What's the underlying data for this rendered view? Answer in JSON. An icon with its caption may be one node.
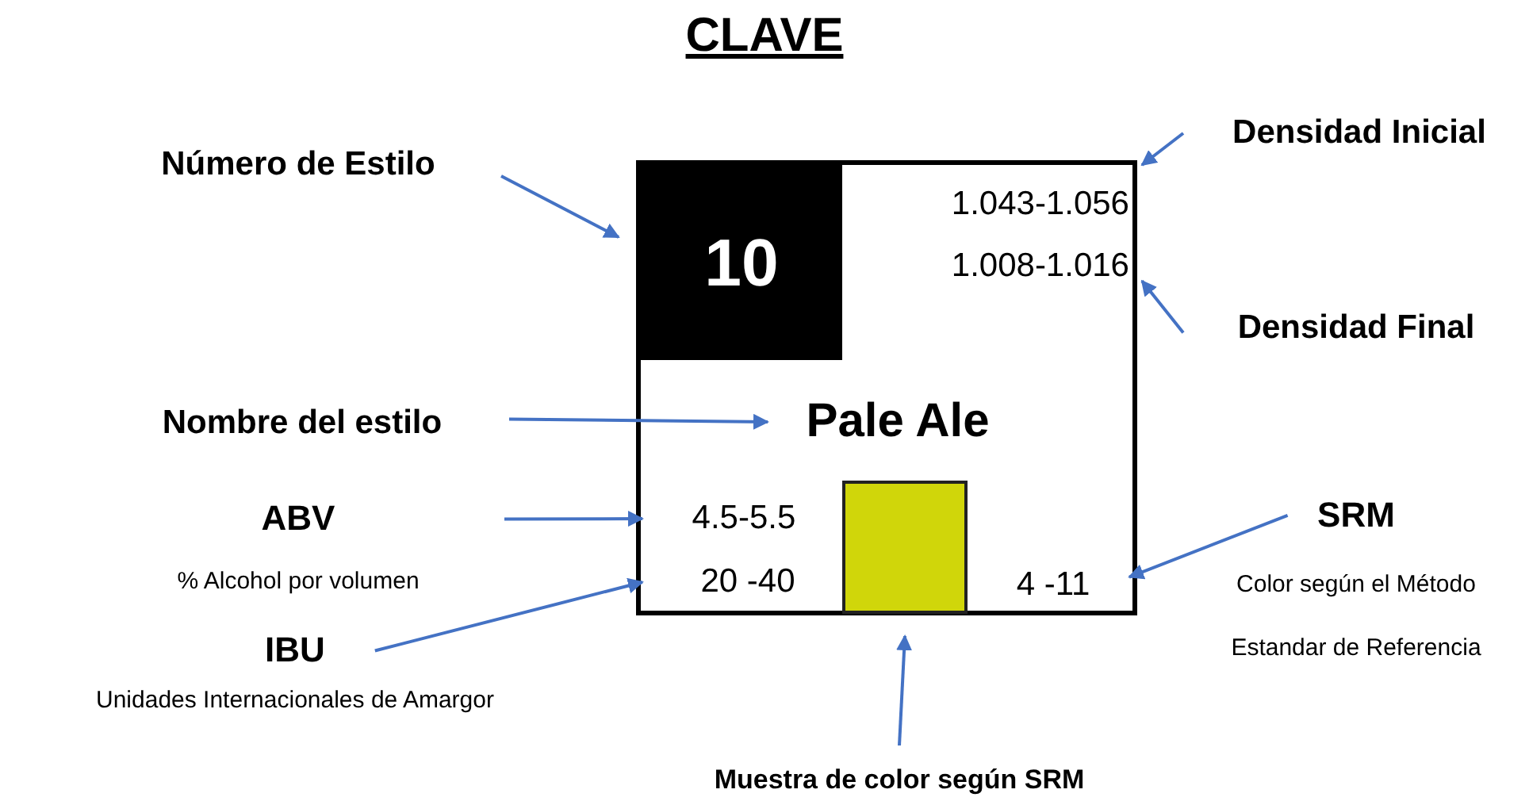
{
  "diagram": {
    "title": "CLAVE",
    "nodes": [
      {
        "text": [],
        "shape": "box"
      },
      {
        "text": [
          "10"
        ],
        "in": 0
      },
      {
        "text": [
          "1.043-1.056"
        ],
        "in": 0
      },
      {
        "text": [
          "1.008-1.016"
        ],
        "in": 0
      },
      {
        "text": [
          "Pale Ale"
        ],
        "in": 0
      },
      {
        "text": [
          "4.5-5.5"
        ],
        "in": 0
      },
      {
        "text": [
          "20 -40"
        ],
        "in": 0
      },
      {
        "text": [],
        "shape": "box",
        "in": 0
      },
      {
        "text": [
          "4 -11"
        ],
        "in": 0
      },
      {
        "text": [
          "Número de Estilo"
        ]
      },
      {
        "text": [
          "Densidad Inicial"
        ]
      },
      {
        "text": [
          "Densidad Final"
        ]
      },
      {
        "text": [
          "Nombre del estilo"
        ]
      },
      {
        "text": [
          "ABV",
          "% Alcohol por volumen"
        ]
      },
      {
        "text": [
          "IBU",
          "Unidades Internacionales de Amargor"
        ]
      },
      {
        "text": [
          "SRM",
          "Color según el Método Estandar de Referencia"
        ]
      },
      {
        "text": [
          "Muestra de color según SRM"
        ]
      }
    ],
    "edges": [
      {
        "from": 9,
        "to": 1,
        "arrow": "to"
      },
      {
        "from": 10,
        "to": 2,
        "arrow": "to"
      },
      {
        "from": 11,
        "to": 3,
        "arrow": "to"
      },
      {
        "from": 12,
        "to": 4,
        "arrow": "to"
      },
      {
        "from": 13,
        "to": 5,
        "arrow": "to"
      },
      {
        "from": 14,
        "to": 6,
        "arrow": "to"
      },
      {
        "from": 15,
        "to": 8,
        "arrow": "to"
      },
      {
        "from": 16,
        "to": 7,
        "arrow": "to"
      }
    ]
  }
}
